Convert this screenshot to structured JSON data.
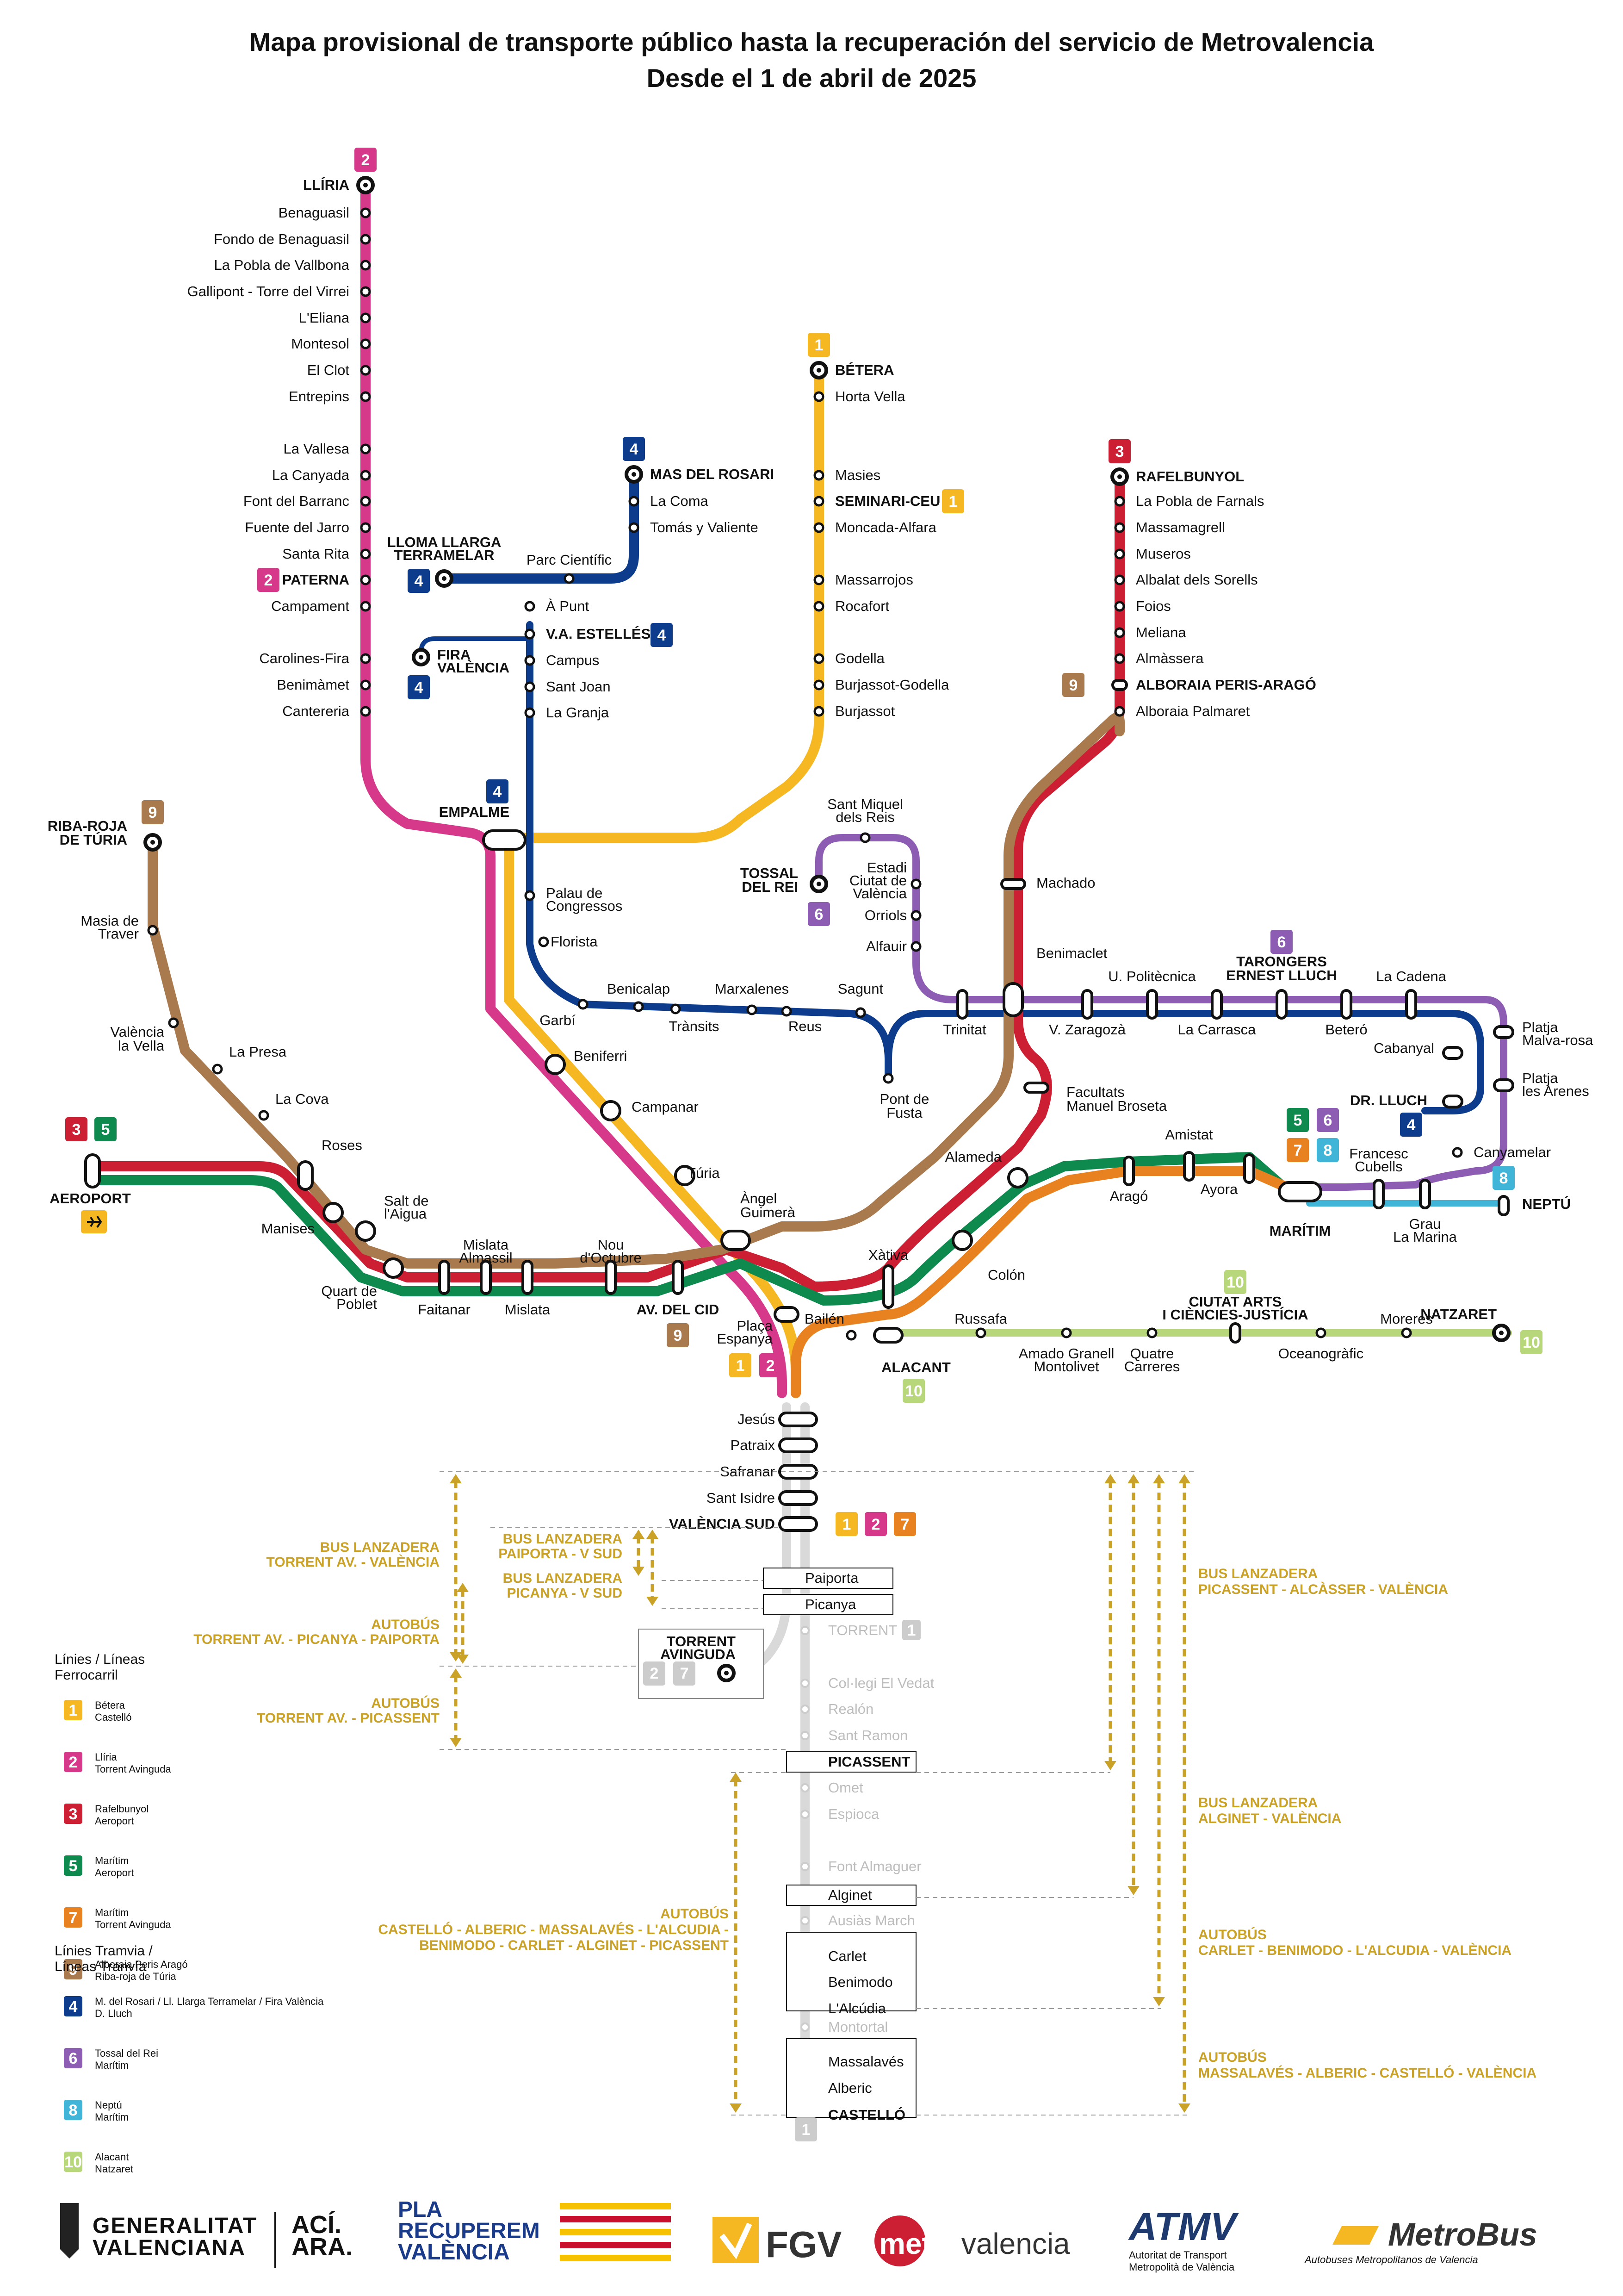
{
  "title": {
    "line1": "Mapa provisional de transporte público hasta la recuperación del servicio de Metrovalencia",
    "line2": "Desde el 1 de abril de 2025"
  },
  "colors": {
    "l1": "#f5b823",
    "l2": "#d6388a",
    "l3": "#cc1f33",
    "l4": "#0d3c8c",
    "l5": "#0e8a4f",
    "l6": "#8c5db2",
    "l7": "#e8811f",
    "l8": "#40b5d8",
    "l9": "#a87a4e",
    "l10": "#b7d77a",
    "bus": "#c9a227",
    "disabled": "#d9d9d9"
  },
  "stations": {
    "liria": "LLÍRIA",
    "benaguasil": "Benaguasil",
    "fondo_benaguasil": "Fondo de Benaguasil",
    "pobla_vallbona": "La Pobla de Vallbona",
    "gallipont": "Gallipont - Torre del Virrei",
    "eliana": "L'Eliana",
    "montesol": "Montesol",
    "el_clot": "El Clot",
    "entrepins": "Entrepins",
    "vallesa": "La Vallesa",
    "canyada": "La Canyada",
    "font_barranc": "Font del Barranc",
    "fuente_jarro": "Fuente del Jarro",
    "santa_rita": "Santa Rita",
    "paterna": "PATERNA",
    "campament": "Campament",
    "carolines": "Carolines-Fira",
    "benimamet": "Benimàmet",
    "cantereria": "Cantereria",
    "betera": "BÉTERA",
    "horta_vella": "Horta Vella",
    "masies": "Masies",
    "seminari": "SEMINARI-CEU",
    "moncada": "Moncada-Alfara",
    "massarrojos": "Massarrojos",
    "rocafort": "Rocafort",
    "godella": "Godella",
    "burjassot_godella": "Burjassot-Godella",
    "burjassot": "Burjassot",
    "mas_rosari": "MAS DEL ROSARI",
    "la_coma": "La Coma",
    "tomas_valiente": "Tomás y Valiente",
    "lloma_llarga": "LLOMA LLARGA\nTERRAMELAR",
    "parc_cientific": "Parc Científic",
    "a_punt": "À Punt",
    "va_estelles": "V.A. ESTELLÉS",
    "fira": "FIRA\nVALÈNCIA",
    "campus": "Campus",
    "sant_joan": "Sant Joan",
    "la_granja": "La Granja",
    "empalme": "EMPALME",
    "palau_congressos": "Palau de\nCongressos",
    "florista": "Florista",
    "garbi": "Garbí",
    "benicalap": "Benicalap",
    "transits": "Trànsits",
    "marxalenes": "Marxalenes",
    "reus": "Reus",
    "sagunt": "Sagunt",
    "pont_fusta": "Pont de\nFusta",
    "trinitat": "Trinitat",
    "benimaclet": "Benimaclet",
    "upolitecnica": "U. Politècnica",
    "vzaragoza": "V. Zaragozà",
    "la_carrasca": "La Carrasca",
    "tarongers": "TARONGERS\nERNEST LLUCH",
    "betero": "Beteró",
    "la_cadena": "La Cadena",
    "cabanyal": "Cabanyal",
    "platja_malva": "Platja\nMalva-rosa",
    "platja_arenes": "Platja\nles Arenes",
    "dr_lluch": "DR. LLUCH",
    "canyamelar": "Canyamelar",
    "neptu": "NEPTÚ",
    "grau": "Grau\nLa Marina",
    "francesc_cubells": "Francesc\nCubells",
    "maritim": "MARÍTIM",
    "ayora": "Ayora",
    "amistat": "Amistat",
    "arago": "Aragó",
    "facultats": "Facultats\nManuel Broseta",
    "machado": "Machado",
    "alameda": "Alameda",
    "colon": "Colón",
    "xativa": "Xàtiva",
    "angel_guimera": "Àngel\nGuimerà",
    "turia": "Túria",
    "campanar": "Campanar",
    "beniferri": "Beniferri",
    "tossal": "TOSSAL\nDEL REI",
    "sant_miquel": "Sant Miquel\ndels Reis",
    "estadi": "Estadi\nCiutat de\nValència",
    "orriols": "Orriols",
    "alfauir": "Alfauir",
    "rafelbunyol": "RAFELBUNYOL",
    "pobla_farnals": "La Pobla de Farnals",
    "massamagrell": "Massamagrell",
    "museros": "Museros",
    "albalat": "Albalat dels Sorells",
    "foios": "Foios",
    "meliana": "Meliana",
    "almassera": "Almàssera",
    "alboraia_pa": "ALBORAIA PERIS-ARAGÓ",
    "alboraia_palmaret": "Alboraia Palmaret",
    "riba_roja": "RIBA-ROJA\nDE TÚRIA",
    "masia_traver": "Masia de\nTraver",
    "valencia_vella": "València\nla Vella",
    "la_presa": "La Presa",
    "la_cova": "La Cova",
    "roses": "Roses",
    "aeroport": "AEROPORT",
    "manises": "Manises",
    "salt_aigua": "Salt de\nl'Aigua",
    "quart_poblet": "Quart de\nPoblet",
    "faitanar": "Faitanar",
    "mislata_almassil": "Mislata\nAlmassil",
    "mislata": "Mislata",
    "nou_octubre": "Nou\nd'Octubre",
    "av_cid": "AV. DEL CID",
    "placa_espanya": "Plaça\nEspanya",
    "bailen": "Bailén",
    "alacant": "ALACANT",
    "russafa": "Russafa",
    "amado_granell": "Amado Granell\nMontolivet",
    "quatre_carreres": "Quatre\nCarreres",
    "ciutat_arts": "CIUTAT ARTS\nI CIÈNCIES-JUSTÍCIA",
    "oceanografic": "Oceanogràfic",
    "moreres": "Moreres",
    "natzaret": "NATZARET",
    "jesus": "Jesús",
    "patraix": "Patraix",
    "safranar": "Safranar",
    "sant_isidre": "Sant Isidre",
    "valencia_sud": "VALÈNCIA SUD",
    "paiporta": "Paiporta",
    "picanya": "Picanya",
    "torrent_av": "TORRENT\nAVINGUDA",
    "torrent": "TORRENT",
    "collegi_vedat": "Col·legi El Vedat",
    "realon": "Realón",
    "sant_ramon": "Sant Ramon",
    "picassent": "PICASSENT",
    "omet": "Omet",
    "espioca": "Espioca",
    "font_almaguer": "Font Almaguer",
    "alginet": "Alginet",
    "ausias_march": "Ausiàs March",
    "carlet": "Carlet",
    "benimodo": "Benimodo",
    "lalcudia": "L'Alcúdia",
    "montortal": "Montortal",
    "massalaves": "Massalavés",
    "alberic": "Alberic",
    "castello": "CASTELLÓ"
  },
  "bus_services": {
    "lanz_torrent": "BUS LANZADERA\nTORRENT AV. - VALÈNCIA",
    "lanz_paiporta": "BUS LANZADERA\nPAIPORTA - V SUD",
    "lanz_picanya": "BUS LANZADERA\nPICANYA - V SUD",
    "bus_torrent_picanya": "AUTOBÚS\nTORRENT AV. - PICANYA - PAIPORTA",
    "bus_torrent_picassent": "AUTOBÚS\nTORRENT AV. - PICASSENT",
    "bus_castello_picassent": "AUTOBÚS\nCASTELLÓ - ALBERIC - MASSALAVÉS - L'ALCUDIA -\nBENIMODO - CARLET - ALGINET - PICASSENT",
    "lanz_picassent": "BUS LANZADERA\nPICASSENT - ALCÀSSER - VALÈNCIA",
    "lanz_alginet": "BUS LANZADERA\nALGINET - VALÈNCIA",
    "bus_carlet": "AUTOBÚS\nCARLET - BENIMODO - L'ALCUDIA - VALÈNCIA",
    "bus_massalaves": "AUTOBÚS\nMASSALAVÉS - ALBERIC - CASTELLÓ - VALÈNCIA"
  },
  "legend": {
    "ferrocarril_title": "Línies / Líneas\nFerrocarril",
    "tramvia_title": "Línies Tramvia /\nLíneas Tranvía",
    "items": [
      {
        "num": "1",
        "color": "#f5b823",
        "text": "Bétera\nCastelló"
      },
      {
        "num": "2",
        "color": "#d6388a",
        "text": "Llíria\nTorrent Avinguda"
      },
      {
        "num": "3",
        "color": "#cc1f33",
        "text": "Rafelbunyol\nAeroport"
      },
      {
        "num": "5",
        "color": "#0e8a4f",
        "text": "Marítim\nAeroport"
      },
      {
        "num": "7",
        "color": "#e8811f",
        "text": "Marítim\nTorrent Avinguda"
      },
      {
        "num": "9",
        "color": "#a87a4e",
        "text": "Alboraia Peris Aragó\nRiba-roja de Túria"
      }
    ],
    "tram_items": [
      {
        "num": "4",
        "color": "#0d3c8c",
        "text": "M. del Rosari / Ll. Llarga Terramelar / Fira València\nD. Lluch"
      },
      {
        "num": "6",
        "color": "#8c5db2",
        "text": "Tossal del Rei\nMarítim"
      },
      {
        "num": "8",
        "color": "#40b5d8",
        "text": "Neptú\nMarítim"
      },
      {
        "num": "10",
        "color": "#b7d77a",
        "text": "Alacant\nNatzaret"
      }
    ]
  },
  "footer": {
    "generalitat": "GENERALITAT\nVALENCIANA",
    "aci_ara": "ACÍ.\nARA.",
    "pla": "PLA\nRECUPEREM\nVALÈNCIA",
    "fgv": "FGV",
    "metrovalencia_a": "metro",
    "metrovalencia_b": "valencia",
    "atmv": "ATMV",
    "atmv_sub": "Autoritat de Transport\nMetropolità de València",
    "metrobus": "MetroBus",
    "metrobus_sub": "Autobuses Metropolitanos de Valencia"
  }
}
